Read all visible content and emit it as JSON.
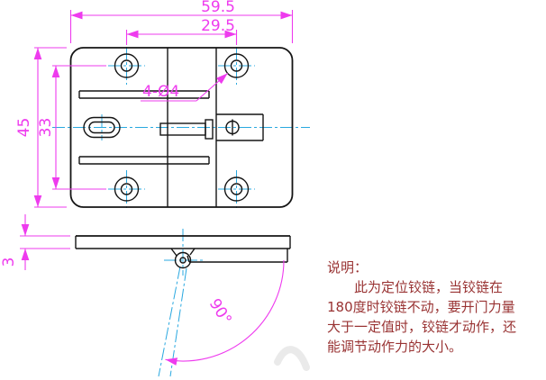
{
  "drawing": {
    "dims": {
      "overall_width": "59.5",
      "hole_spacing_width": "29.5",
      "overall_height": "45",
      "hole_spacing_height": "33",
      "hole_callout": "4-Ø4",
      "plate_thickness": "3",
      "swing_angle": "90°"
    },
    "colors": {
      "dimension": "#ee3bee",
      "centerline": "#29a8e0",
      "outline": "#141414",
      "note_text": "#993333"
    }
  },
  "note": {
    "title": "说明：",
    "lines": [
      "此为定位铰链，当铰链在",
      "180度时铰链不动，要开门力量",
      "大于一定值时，铰链才动作，还",
      "能调节动作力的大小。"
    ]
  }
}
